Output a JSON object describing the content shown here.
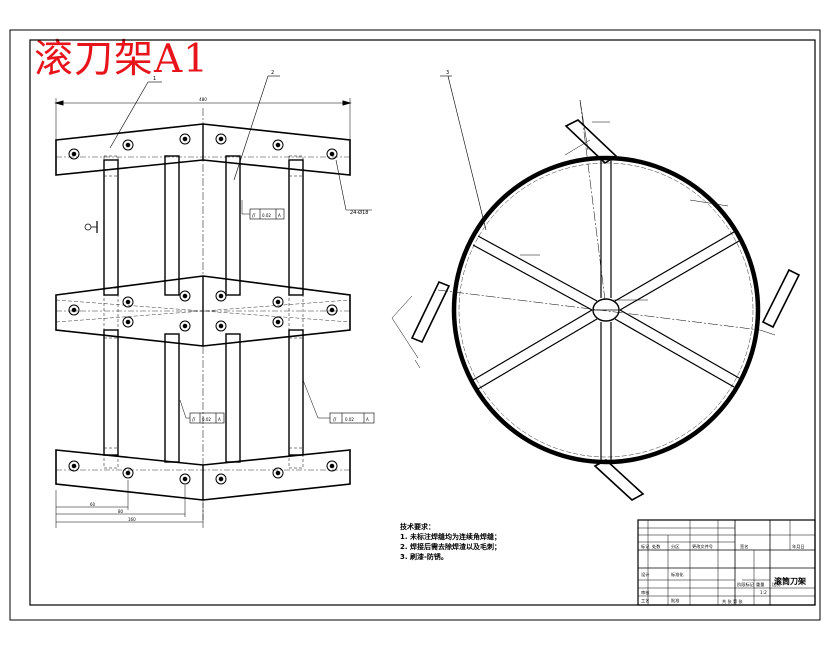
{
  "drawing": {
    "sheet_title": "滚刀架A1",
    "part_label_1": "1",
    "part_label_2": "2",
    "part_label_3": "3",
    "hole_note": "24-Ø18",
    "tolerance_frames": [
      {
        "symbol": "//",
        "value": "0.02",
        "datum": "A"
      },
      {
        "symbol": "//",
        "value": "0.02",
        "datum": "A"
      },
      {
        "symbol": "//",
        "value": "0.02",
        "datum": "A"
      }
    ],
    "datum_marker": "A",
    "overall_width_dim": "480",
    "flange_dims": [
      "60",
      "80",
      "160"
    ]
  },
  "technical_requirements": {
    "heading": "技术要求：",
    "items": [
      "1. 未标注焊缝均为连续角焊缝；",
      "2. 焊接后需去除焊渣以及毛刺；",
      "3. 刷漆-防锈。"
    ]
  },
  "title_block": {
    "drawing_name": "滚筒刀架",
    "rows": [
      "标记",
      "处数",
      "分区",
      "更改文件号",
      "签名",
      "年月日"
    ],
    "labels": [
      "设计",
      "标准化",
      "审核",
      "工艺",
      "批准"
    ],
    "stage_label": "阶段标记",
    "weight_label": "重量",
    "scale_label": "比例",
    "sheet_label": "共  张  第  张",
    "scale_value": "1:2"
  }
}
